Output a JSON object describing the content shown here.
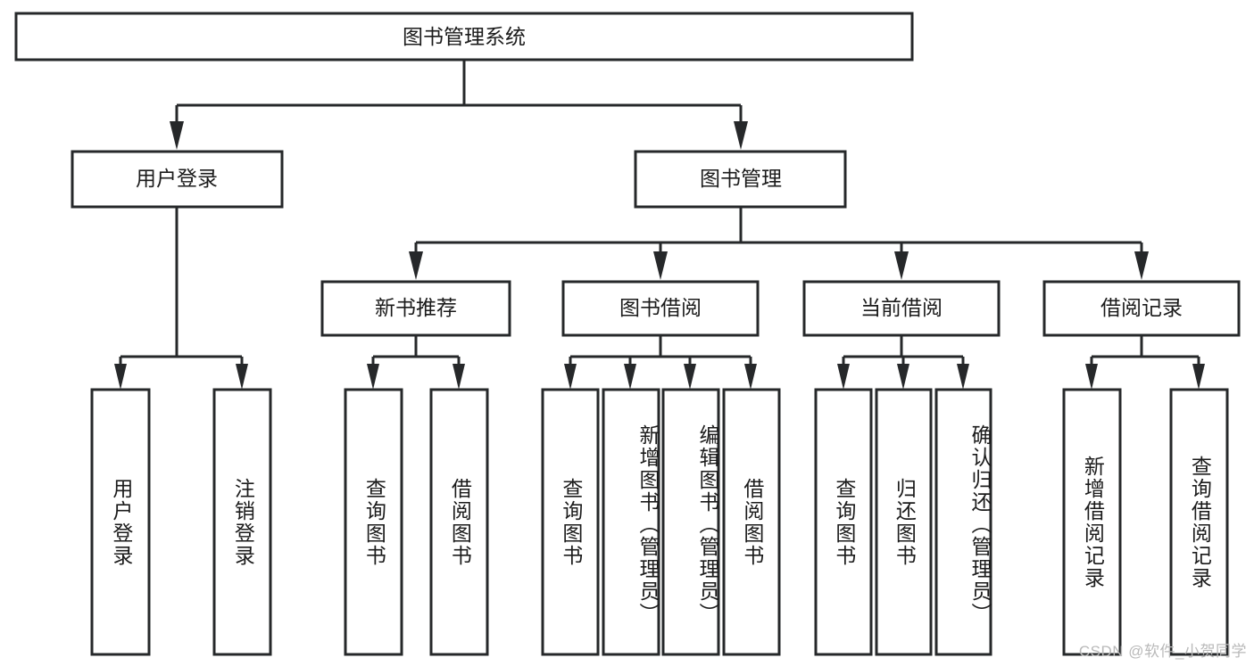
{
  "diagram": {
    "title": "图书管理系统",
    "type": "tree-hierarchy-diagram",
    "watermark": "CSDN @软件_小贺同学",
    "colors": {
      "stroke": "#26282a",
      "fill": "#ffffff",
      "text": "#1b1b1b",
      "watermark": "#b9b9b9"
    },
    "root": {
      "label": "图书管理系统"
    },
    "level2": [
      {
        "label": "用户登录"
      },
      {
        "label": "图书管理"
      }
    ],
    "level3": [
      {
        "label": "新书推荐"
      },
      {
        "label": "图书借阅"
      },
      {
        "label": "当前借阅"
      },
      {
        "label": "借阅记录"
      }
    ],
    "leaves": [
      {
        "label": "用户登录"
      },
      {
        "label": "注销登录"
      },
      {
        "label": "查询图书"
      },
      {
        "label": "借阅图书"
      },
      {
        "label": "查询图书"
      },
      {
        "label": "新增图书（管理员）"
      },
      {
        "label": "编辑图书（管理员）"
      },
      {
        "label": "借阅图书"
      },
      {
        "label": "查询图书"
      },
      {
        "label": "归还图书"
      },
      {
        "label": "确认归还（管理员）"
      },
      {
        "label": "新增借阅记录"
      },
      {
        "label": "查询借阅记录"
      }
    ]
  }
}
